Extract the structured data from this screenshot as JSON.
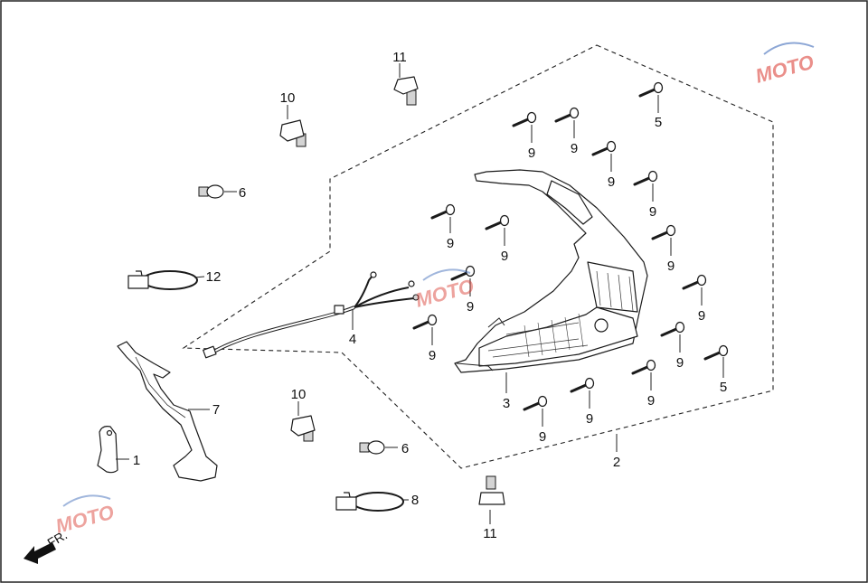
{
  "diagram": {
    "callouts": [
      {
        "id": "c11a",
        "text": "11"
      },
      {
        "id": "c10a",
        "text": "10"
      },
      {
        "id": "c6a",
        "text": "6"
      },
      {
        "id": "c12",
        "text": "12"
      },
      {
        "id": "c7",
        "text": "7"
      },
      {
        "id": "c1",
        "text": "1"
      },
      {
        "id": "c4",
        "text": "4"
      },
      {
        "id": "c10b",
        "text": "10"
      },
      {
        "id": "c6b",
        "text": "6"
      },
      {
        "id": "c8",
        "text": "8"
      },
      {
        "id": "c11b",
        "text": "11"
      },
      {
        "id": "c2",
        "text": "2"
      },
      {
        "id": "c3",
        "text": "3"
      },
      {
        "id": "c5a",
        "text": "5"
      },
      {
        "id": "c5b",
        "text": "5"
      },
      {
        "id": "c9a",
        "text": "9"
      },
      {
        "id": "c9b",
        "text": "9"
      },
      {
        "id": "c9c",
        "text": "9"
      },
      {
        "id": "c9d",
        "text": "9"
      },
      {
        "id": "c9e",
        "text": "9"
      },
      {
        "id": "c9f",
        "text": "9"
      },
      {
        "id": "c9g",
        "text": "9"
      },
      {
        "id": "c9h",
        "text": "9"
      },
      {
        "id": "c9i",
        "text": "9"
      },
      {
        "id": "c9j",
        "text": "9"
      },
      {
        "id": "c9k",
        "text": "9"
      },
      {
        "id": "c9l",
        "text": "9"
      },
      {
        "id": "c9m",
        "text": "9"
      },
      {
        "id": "c9n",
        "text": "9"
      }
    ],
    "direction_label": "FR.",
    "watermark_text": "MOTO",
    "colors": {
      "line": "#1a1a1a",
      "watermark_red": "#d9342b",
      "watermark_blue": "#2f5fb3"
    }
  }
}
